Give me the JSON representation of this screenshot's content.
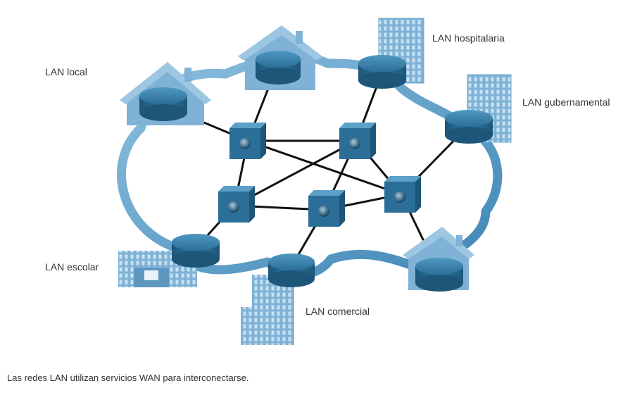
{
  "labels": {
    "lan_local": "LAN local",
    "lan_hospital": "LAN hospitalaria",
    "lan_government": "LAN gubernamental",
    "lan_school": "LAN escolar",
    "lan_commercial": "LAN comercial"
  },
  "caption": "Las redes LAN utilizan servicios WAN para interconectarse.",
  "colors": {
    "cloud": "#5aa0c8",
    "device": "#2b6f99",
    "building": "#7fb2d6",
    "link": "#111111"
  }
}
